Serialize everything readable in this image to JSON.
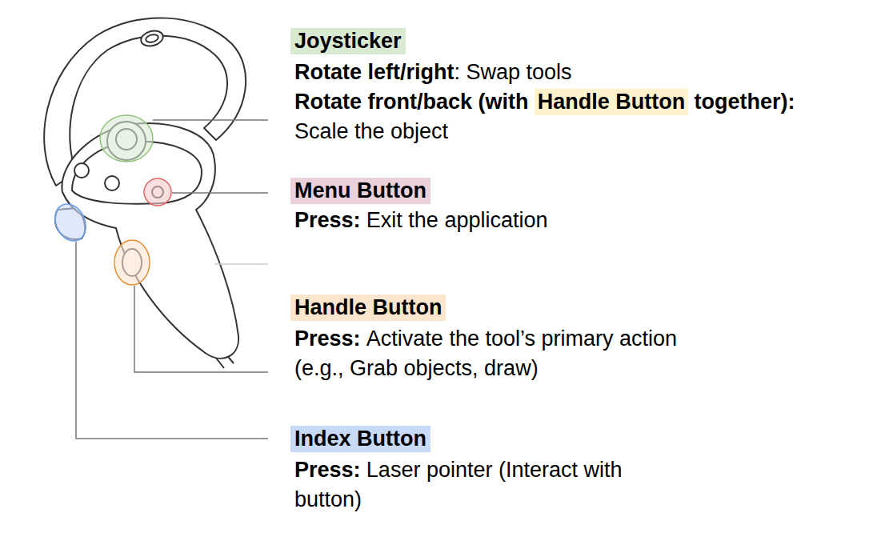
{
  "diagram": {
    "nodes": [
      {
        "text": [
          "Joysticker"
        ]
      },
      {
        "text": [
          "Handle Button"
        ]
      },
      {
        "text": [
          "Menu Button"
        ]
      },
      {
        "text": [
          "Handle Button"
        ]
      },
      {
        "text": [
          "Index Button"
        ]
      }
    ],
    "labels": [
      "Rotate left/right",
      ": Swap tools",
      "Rotate front/back (with",
      "together):",
      "Scale the object",
      "Press:",
      "Exit the application",
      "Press:",
      "Activate the tool’s primary action (e.g., Grab objects, draw)",
      "Press:",
      "Laser pointer (Interact with button)"
    ]
  }
}
